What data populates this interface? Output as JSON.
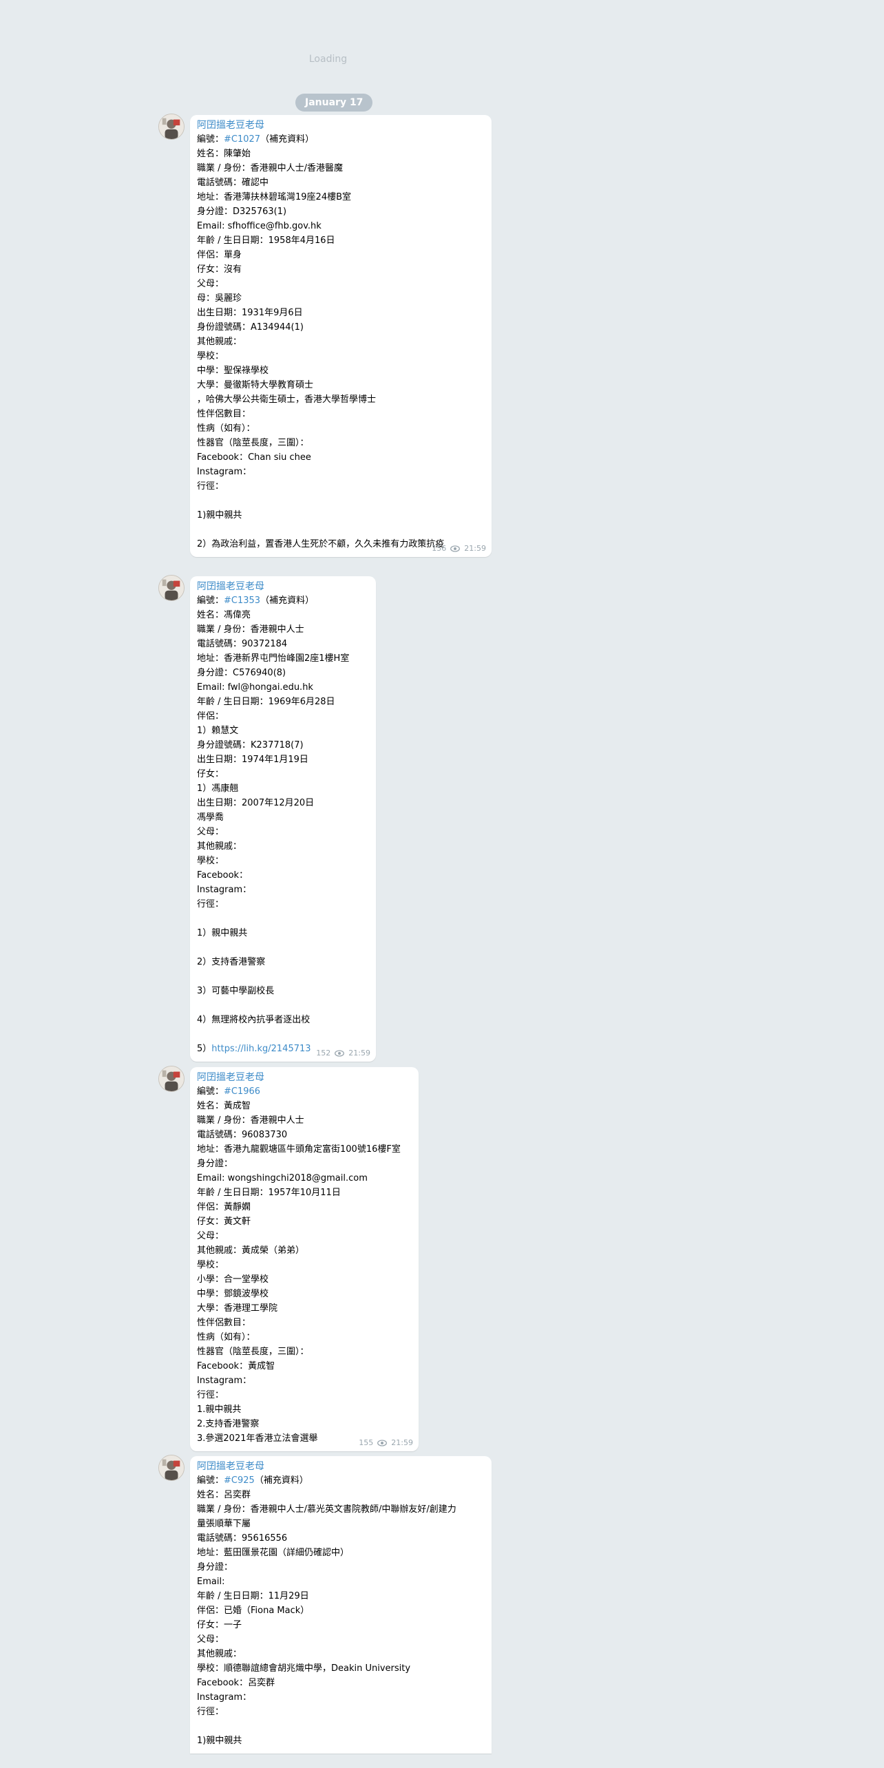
{
  "loading": "Loading",
  "date": "January 17",
  "sender": "阿囝搵老豆老母",
  "messages": [
    {
      "lines": [
        [
          "編號：",
          "#C1027",
          "（補充資料）"
        ],
        [
          "姓名：陳肇始"
        ],
        [
          "職業 / 身份：香港親中人士/香港醫魔"
        ],
        [
          "電話號碼：確認中"
        ],
        [
          "地址：香港薄扶林碧瑤灣19座24樓B室"
        ],
        [
          "身分證：D325763(1)"
        ],
        [
          "Email: sfhoffice@fhb.gov.hk"
        ],
        [
          "年齡 / 生日日期：1958年4月16日"
        ],
        [
          "伴侶：單身"
        ],
        [
          "仔女：沒有"
        ],
        [
          "父母："
        ],
        [
          "母：吳麗珍"
        ],
        [
          "出生日期：1931年9月6日"
        ],
        [
          "身份證號碼：A134944(1)"
        ],
        [
          "其他親戚："
        ],
        [
          "學校："
        ],
        [
          "中學：聖保祿學校"
        ],
        [
          "大學：曼徹斯特大學教育碩士"
        ],
        [
          "，哈佛大學公共衛生碩士，香港大學哲學博士"
        ],
        [
          "性伴侶數目："
        ],
        [
          "性病（如有）："
        ],
        [
          "性器官（陰莖長度，三圍）："
        ],
        [
          "Facebook：Chan siu chee"
        ],
        [
          "Instagram："
        ],
        [
          "行徑："
        ],
        [
          ""
        ],
        [
          "1)親中親共"
        ],
        [
          ""
        ],
        [
          "2）為政治利益，置香港人生死於不顧，久久未推有力政策抗疫"
        ]
      ],
      "views": "156",
      "time": "21:59"
    },
    {
      "lines": [
        [
          "編號：",
          "#C1353",
          "（補充資料）"
        ],
        [
          "姓名：馮偉亮"
        ],
        [
          "職業 / 身份：香港親中人士"
        ],
        [
          "電話號碼：90372184"
        ],
        [
          "地址：香港新界屯門怡峰園2座1樓H室"
        ],
        [
          "身分證：C576940(8)"
        ],
        [
          "Email: fwl@hongai.edu.hk"
        ],
        [
          "年齡 / 生日日期：1969年6月28日"
        ],
        [
          "伴侶："
        ],
        [
          "1）賴慧文"
        ],
        [
          "身分證號碼：K237718(7)"
        ],
        [
          "出生日期：1974年1月19日"
        ],
        [
          "仔女："
        ],
        [
          "1）馮康翹"
        ],
        [
          "出生日期：2007年12月20日"
        ],
        [
          "馮學喬"
        ],
        [
          "父母："
        ],
        [
          "其他親戚："
        ],
        [
          "學校："
        ],
        [
          "Facebook："
        ],
        [
          "Instagram："
        ],
        [
          "行徑："
        ],
        [
          ""
        ],
        [
          "1）親中親共"
        ],
        [
          ""
        ],
        [
          "2）支持香港警察"
        ],
        [
          ""
        ],
        [
          "3）可藝中學副校長"
        ],
        [
          ""
        ],
        [
          "4）無理將校內抗爭者逐出校"
        ],
        [
          ""
        ],
        [
          "5）",
          "https://lih.kg/2145713",
          ""
        ]
      ],
      "views": "152",
      "time": "21:59"
    },
    {
      "lines": [
        [
          "編號：",
          "#C1966",
          ""
        ],
        [
          "姓名：黃成智"
        ],
        [
          "職業 / 身份：香港親中人士"
        ],
        [
          "電話號碼：96083730"
        ],
        [
          "地址：香港九龍觀塘區牛頭角定富街100號16樓F室"
        ],
        [
          "身分證："
        ],
        [
          "Email: wongshingchi2018@gmail.com"
        ],
        [
          "年齡 / 生日日期：1957年10月11日"
        ],
        [
          "伴侶：黃靜嫻"
        ],
        [
          "仔女：黃文軒"
        ],
        [
          "父母："
        ],
        [
          "其他親戚：黃成榮（弟弟）"
        ],
        [
          "學校："
        ],
        [
          "小學：合一堂學校"
        ],
        [
          "中學：鄧鏡波學校"
        ],
        [
          "大學：香港理工學院"
        ],
        [
          "性伴侶數目："
        ],
        [
          "性病（如有）："
        ],
        [
          "性器官（陰莖長度，三圍）："
        ],
        [
          "Facebook：黃成智"
        ],
        [
          "Instagram："
        ],
        [
          "行徑："
        ],
        [
          "1.親中親共"
        ],
        [
          "2.支持香港警察"
        ],
        [
          "3.參選2021年香港立法會選舉"
        ]
      ],
      "views": "155",
      "time": "21:59"
    },
    {
      "lines": [
        [
          "編號：",
          "#C925",
          "（補充資料）"
        ],
        [
          "姓名：呂奕群"
        ],
        [
          "職業 / 身份：香港親中人士/慕光英文書院教師/中聯辦友好/創建力"
        ],
        [
          "量張順華下屬"
        ],
        [
          "電話號碼：95616556"
        ],
        [
          "地址：藍田匯景花園（詳細仍確認中）"
        ],
        [
          "身分證："
        ],
        [
          "Email:"
        ],
        [
          "年齡 / 生日日期：11月29日"
        ],
        [
          "伴侶：已婚（Fiona Mack）"
        ],
        [
          "仔女：一子"
        ],
        [
          "父母："
        ],
        [
          "其他親戚："
        ],
        [
          "學校：順德聯誼總會胡兆熾中學，Deakin University"
        ],
        [
          "Facebook：呂奕群"
        ],
        [
          "Instagram："
        ],
        [
          "行徑："
        ],
        [
          ""
        ],
        [
          "1)親中親共"
        ]
      ],
      "views": "",
      "time": ""
    }
  ],
  "icons": {
    "avatar": "avatar-photo-icon",
    "views": "eye-icon"
  },
  "colors": {
    "background": "#e6ebee",
    "link": "#3d8bc8",
    "bubble": "#ffffff",
    "date_pill": "#b8c3cc"
  }
}
